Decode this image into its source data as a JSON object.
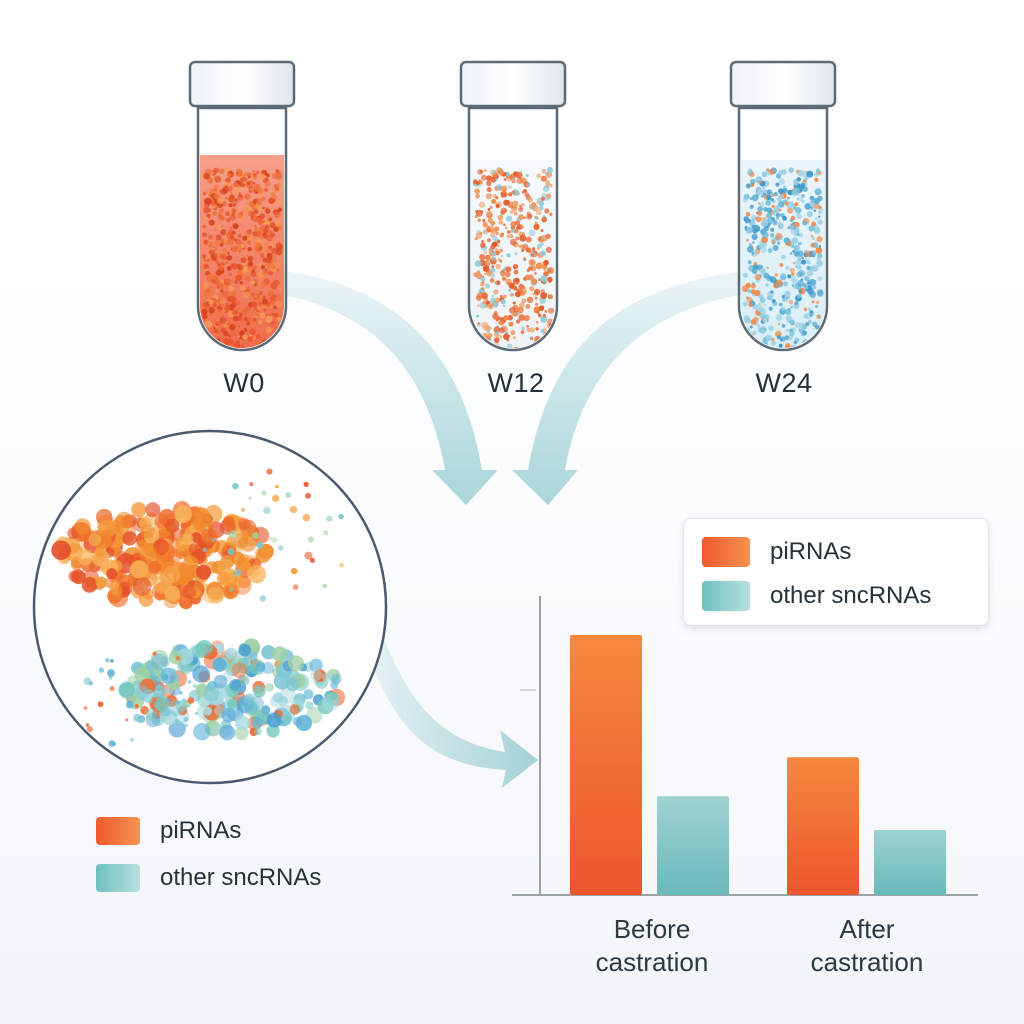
{
  "tubes": [
    {
      "label": "W0",
      "liquid_top": "#f6a08a",
      "liquid_bottom": "#ef6a4c",
      "dot_palette": [
        "#e8542a",
        "#f0773b",
        "#d9441f",
        "#f59a55",
        "#ee6a3b"
      ],
      "dot_count": 650
    },
    {
      "label": "W12",
      "liquid_top": "#f5f9fb",
      "liquid_bottom": "#eef3f5",
      "dot_palette": [
        "#ea6a35",
        "#f08a48",
        "#8fc9d3",
        "#f3a167",
        "#e45a2c"
      ],
      "dot_count": 470
    },
    {
      "label": "W24",
      "liquid_top": "#eaf5fa",
      "liquid_bottom": "#d9eef6",
      "dot_palette": [
        "#5aaed3",
        "#7fc3df",
        "#3c97c9",
        "#9fd2e6",
        "#f08a4a"
      ],
      "dot_count": 500
    }
  ],
  "chart_data": {
    "type": "bar",
    "categories": [
      "Before\ncastration",
      "After\ncastration"
    ],
    "series": [
      {
        "name": "piRNAs",
        "values": [
          100,
          53
        ]
      },
      {
        "name": "other sncRNAs",
        "values": [
          38,
          25
        ]
      }
    ],
    "ylim": [
      0,
      115
    ],
    "colors": {
      "piRNAs": [
        "#f5883f",
        "#ec562c"
      ],
      "other sncRNAs": [
        "#9fd2d2",
        "#6ab9bb"
      ]
    }
  },
  "legend_chart": {
    "items": [
      "piRNAs",
      "other sncRNAs"
    ]
  },
  "legend_magnifier": {
    "items": [
      "piRNAs",
      "other sncRNAs"
    ]
  },
  "colors": {
    "arrow": "#8ec9cf",
    "axis": "#9aa2a6",
    "magnifier_border": "#4a5a6e",
    "pirna": "#ee6530",
    "other": "#7ec6c8"
  }
}
